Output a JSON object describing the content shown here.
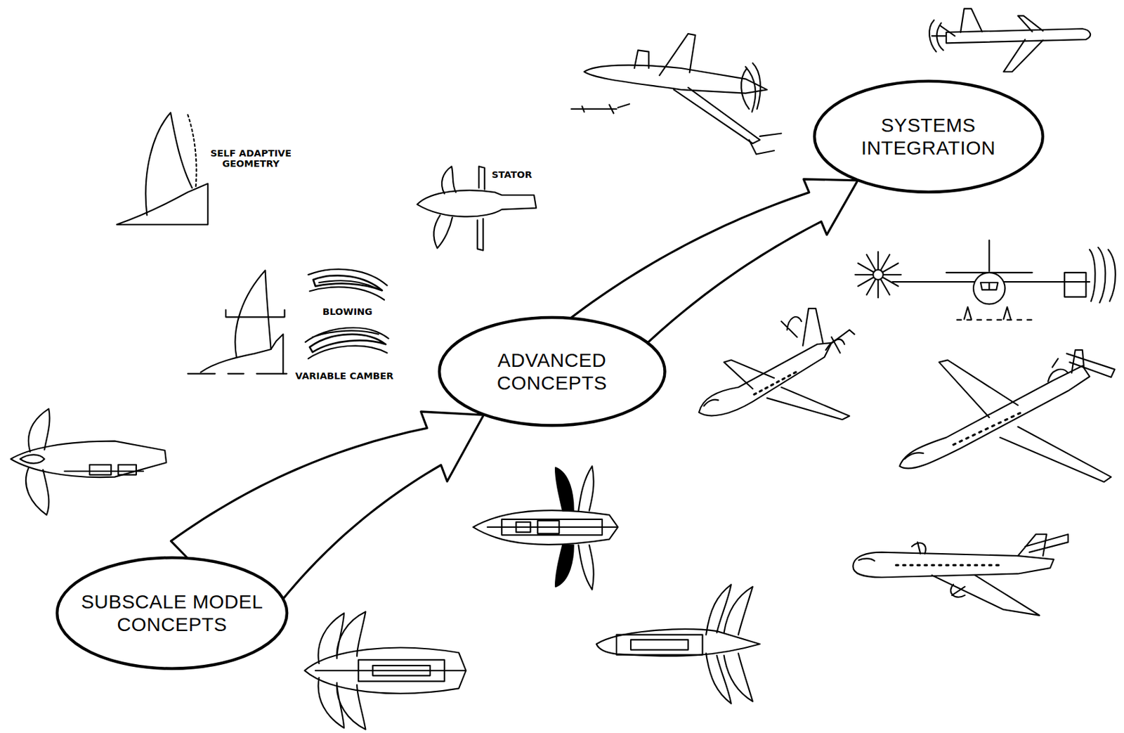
{
  "diagram": {
    "nodes": [
      {
        "text": [
          "SUBSCALE MODEL CONCEPTS"
        ]
      },
      {
        "text": [
          "ADVANCED CONCEPTS"
        ]
      },
      {
        "text": [
          "SYSTEMS INTEGRATION"
        ]
      }
    ],
    "edges": [
      {
        "from": 0,
        "to": 1,
        "arrow": "to"
      },
      {
        "from": 1,
        "to": 2,
        "arrow": "to"
      }
    ],
    "labels": [
      "SELF ADAPTIVE GEOMETRY",
      "STATOR",
      "BLOWING",
      "VARIABLE CAMBER"
    ]
  }
}
